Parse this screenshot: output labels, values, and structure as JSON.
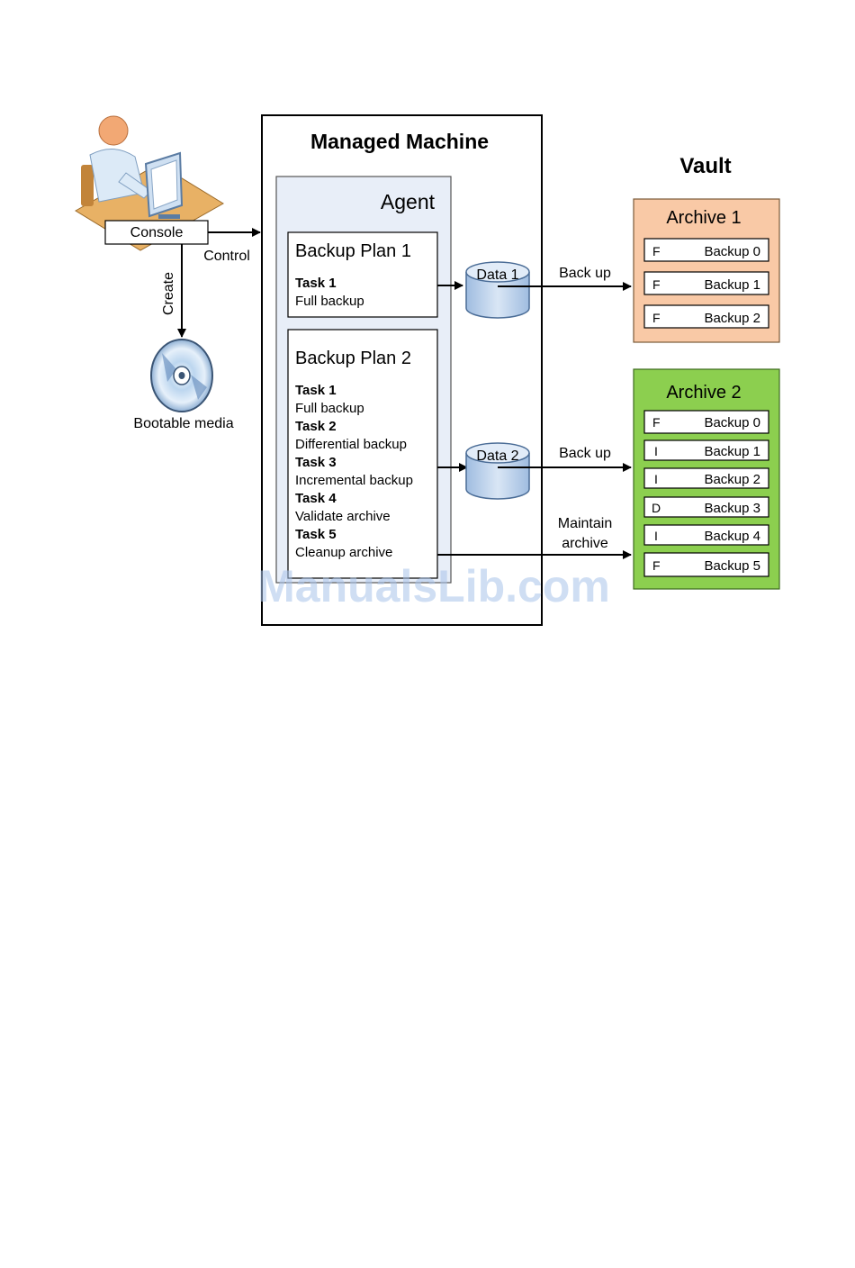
{
  "managed_machine": {
    "title": "Managed Machine"
  },
  "agent": {
    "title": "Agent"
  },
  "console": {
    "label": "Console",
    "control_label": "Control",
    "create_label": "Create"
  },
  "bootable_media": {
    "label": "Bootable media"
  },
  "backup_plan_1": {
    "title": "Backup Plan 1",
    "tasks": [
      {
        "name": "Task 1",
        "desc": "Full backup"
      }
    ]
  },
  "backup_plan_2": {
    "title": "Backup Plan 2",
    "tasks": [
      {
        "name": "Task 1",
        "desc": "Full backup"
      },
      {
        "name": "Task 2",
        "desc": "Differential backup"
      },
      {
        "name": "Task 3",
        "desc": "Incremental backup"
      },
      {
        "name": "Task 4",
        "desc": "Validate archive"
      },
      {
        "name": "Task 5",
        "desc": "Cleanup archive"
      }
    ]
  },
  "data_1": {
    "label": "Data 1"
  },
  "data_2": {
    "label": "Data 2"
  },
  "arrows": {
    "backup_1": "Back up",
    "backup_2": "Back up",
    "maintain_line1": "Maintain",
    "maintain_line2": "archive"
  },
  "vault": {
    "title": "Vault",
    "archive_1": {
      "title": "Archive 1",
      "color": "#f9c9a6",
      "backups": [
        {
          "type": "F",
          "name": "Backup 0"
        },
        {
          "type": "F",
          "name": "Backup 1"
        },
        {
          "type": "F",
          "name": "Backup 2"
        }
      ]
    },
    "archive_2": {
      "title": "Archive 2",
      "color": "#8ccf4f",
      "backups": [
        {
          "type": "F",
          "name": "Backup 0"
        },
        {
          "type": "I",
          "name": "Backup 1"
        },
        {
          "type": "I",
          "name": "Backup 2"
        },
        {
          "type": "D",
          "name": "Backup 3"
        },
        {
          "type": "I",
          "name": "Backup 4"
        },
        {
          "type": "F",
          "name": "Backup 5"
        }
      ]
    }
  },
  "watermark": "ManualsLib.com"
}
